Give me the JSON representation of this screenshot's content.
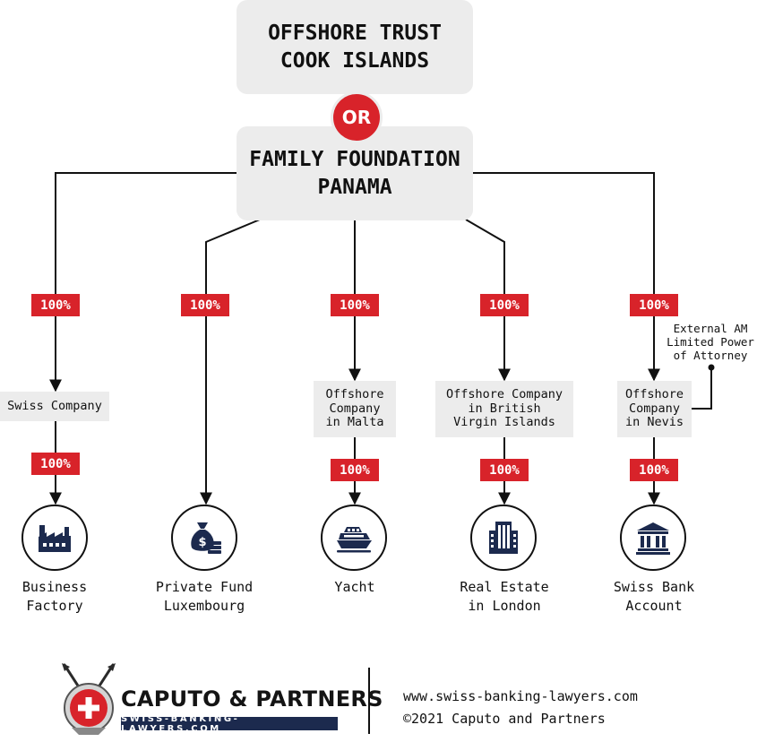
{
  "top": {
    "trust_line1": "OFFSHORE TRUST",
    "trust_line2": "COOK ISLANDS",
    "or_label": "OR",
    "foundation_line1": "FAMILY FOUNDATION",
    "foundation_line2": "PANAMA"
  },
  "percent_label": "100%",
  "intermediates": [
    {
      "lines": [
        "Swiss Company"
      ]
    },
    {
      "lines": [
        "Offshore",
        "Company",
        "in Malta"
      ]
    },
    {
      "lines": [
        "Offshore Company",
        "in British",
        "Virgin Islands"
      ]
    },
    {
      "lines": [
        "Offshore",
        "Company",
        "in Nevis"
      ]
    }
  ],
  "annotation": {
    "lines": [
      "External AM",
      "Limited Power",
      "of Attorney"
    ]
  },
  "assets": [
    {
      "icon": "factory-icon",
      "lines": [
        "Business",
        "Factory"
      ]
    },
    {
      "icon": "money-bag-icon",
      "lines": [
        "Private Fund",
        "Luxembourg"
      ]
    },
    {
      "icon": "yacht-icon",
      "lines": [
        "Yacht"
      ]
    },
    {
      "icon": "building-icon",
      "lines": [
        "Real Estate",
        "in London"
      ]
    },
    {
      "icon": "bank-icon",
      "lines": [
        "Swiss Bank",
        "Account"
      ]
    }
  ],
  "footer": {
    "brand": "CAPUTO & PARTNERS",
    "tagline": "SWISS-BANKING-LAWYERS.COM",
    "website": "www.swiss-banking-lawyers.com",
    "copyright": "©2021 Caputo and Partners"
  },
  "colors": {
    "accent_red": "#d8232a",
    "box_gray": "#ececec",
    "navy": "#1c2a4e"
  }
}
